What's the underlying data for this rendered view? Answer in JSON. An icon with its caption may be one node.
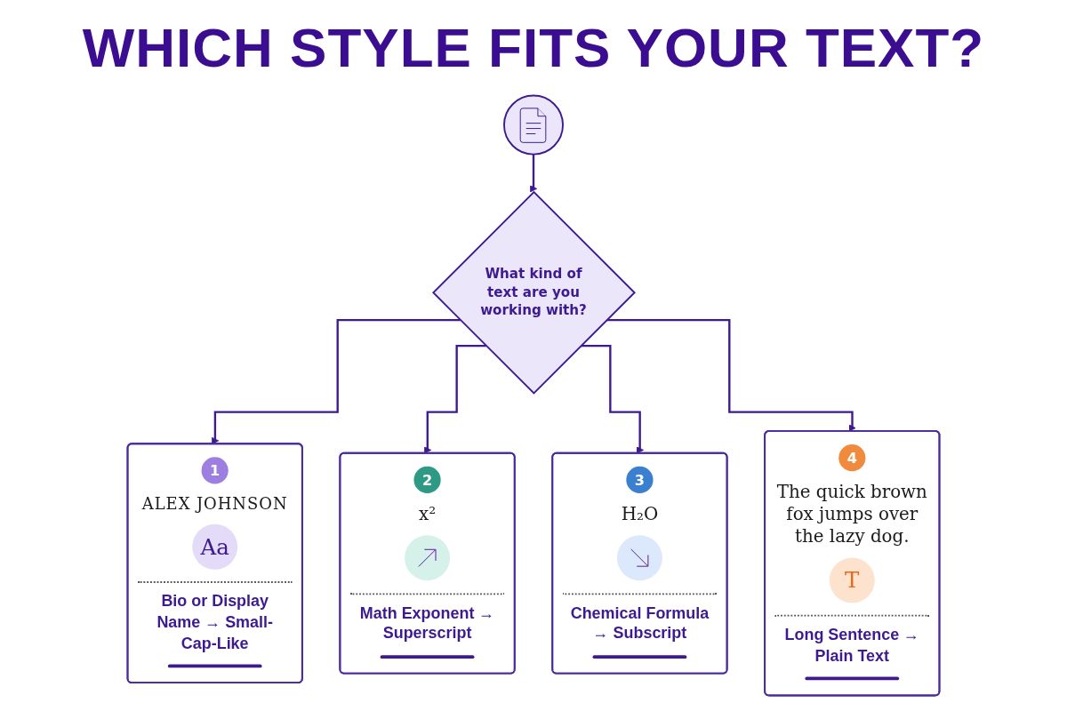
{
  "diagram": {
    "title": "WHICH STYLE FITS YOUR TEXT?",
    "nodes": [
      {
        "text": [],
        "shape": "circle"
      },
      {
        "text": [
          "What kind of text are you working with?"
        ]
      },
      {
        "text": [
          "1",
          "ALEX JOHNSON",
          "Aa",
          "Bio or Display Name → Small-Cap-Like"
        ]
      },
      {
        "text": [
          "2",
          "x²",
          "Math Exponent → Superscript"
        ]
      },
      {
        "text": [
          "3",
          "H₂O",
          "Chemical Formula → Subscript"
        ]
      },
      {
        "text": [
          "4",
          "The quick brown fox jumps over the lazy dog.",
          "T",
          "Long Sentence → Plain Text"
        ]
      }
    ],
    "edges": [
      {
        "from": 0,
        "to": 1,
        "arrow": "to"
      },
      {
        "from": 1,
        "to": 2,
        "arrow": "to"
      },
      {
        "from": 1,
        "to": 3,
        "arrow": "to"
      },
      {
        "from": 1,
        "to": 4,
        "arrow": "to"
      },
      {
        "from": 1,
        "to": 5,
        "arrow": "to"
      }
    ]
  }
}
